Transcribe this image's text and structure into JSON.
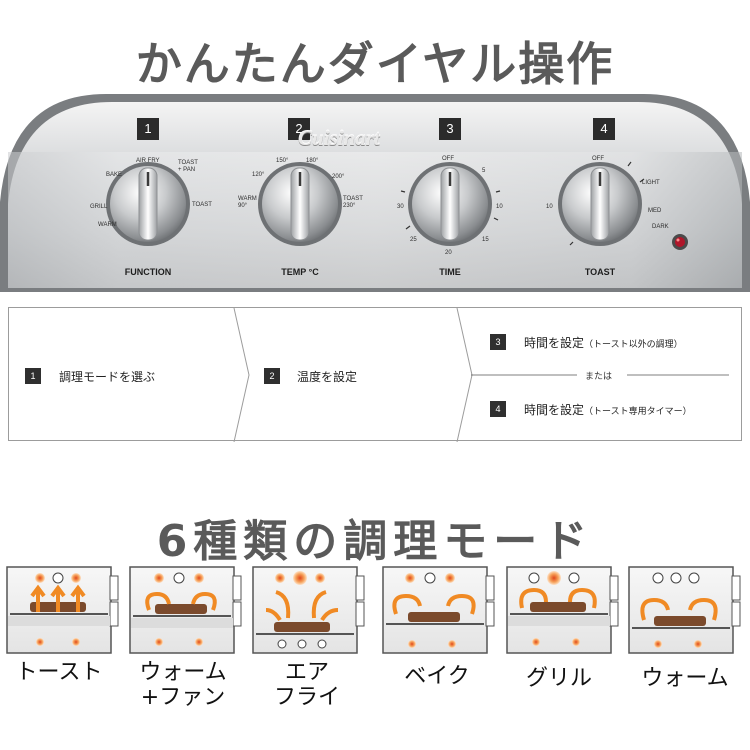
{
  "header": {
    "title": "かんたんダイヤル操作"
  },
  "panel": {
    "brand": "Cuisinart",
    "dials": [
      {
        "number": "1",
        "label": "FUNCTION",
        "ticks": [
          "BAKE",
          "AIR FRY",
          "TOAST + PAN",
          "GRILL",
          "TOAST",
          "WARM"
        ]
      },
      {
        "number": "2",
        "label": "TEMP °C",
        "ticks": [
          "150°",
          "180°",
          "120°",
          "200°",
          "WARM 90°",
          "TOAST 230°"
        ]
      },
      {
        "number": "3",
        "label": "TIME",
        "ticks": [
          "OFF",
          "5",
          "30",
          "10",
          "25",
          "15",
          "20"
        ]
      },
      {
        "number": "4",
        "label": "TOAST",
        "ticks": [
          "OFF",
          "LIGHT",
          "10",
          "MED",
          "DARK"
        ]
      }
    ]
  },
  "steps": {
    "step1": {
      "number": "1",
      "text": "調理モードを選ぶ"
    },
    "step2": {
      "number": "2",
      "text": "温度を設定"
    },
    "step3": {
      "number": "3",
      "text": "時間を設定",
      "note": "（トースト以外の調理）"
    },
    "or_text": "または",
    "step4": {
      "number": "4",
      "text": "時間を設定",
      "note": "（トースト専用タイマー）"
    }
  },
  "modes": {
    "title": "6種類の調理モード",
    "items": [
      {
        "line1": "トースト",
        "line2": ""
      },
      {
        "line1": "ウォーム",
        "line2": "+ファン"
      },
      {
        "line1": "エア",
        "line2": "フライ"
      },
      {
        "line1": "ベイク",
        "line2": ""
      },
      {
        "line1": "グリル",
        "line2": ""
      },
      {
        "line1": "ウォーム",
        "line2": ""
      }
    ]
  },
  "colors": {
    "accent_orange": "#f08a24",
    "heater_red": "#e0471b",
    "food_brown": "#7b4a2c",
    "badge": "#2b2b2b"
  }
}
